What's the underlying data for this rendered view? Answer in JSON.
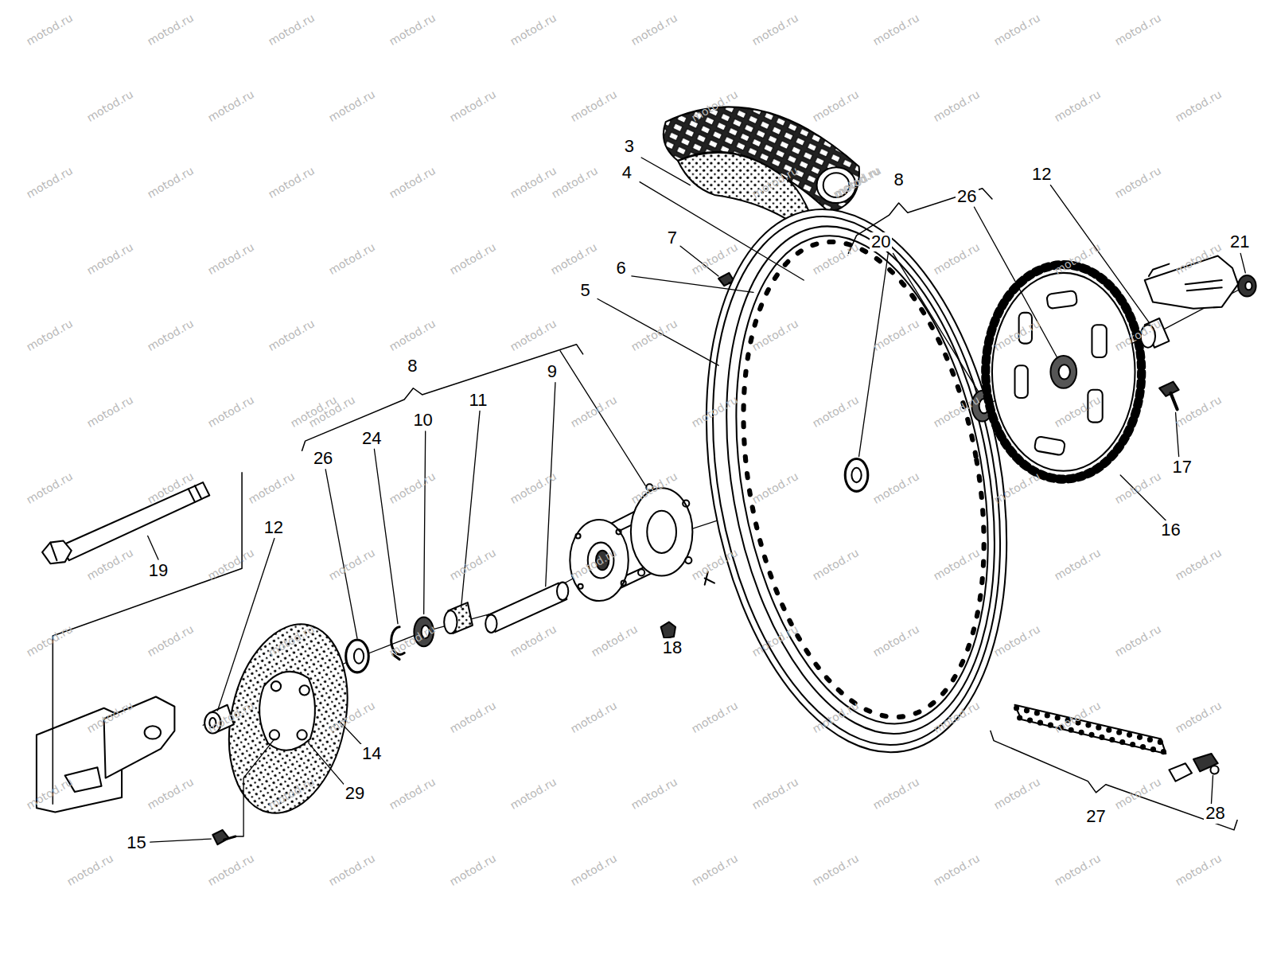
{
  "diagram": {
    "labels": [
      "3",
      "4",
      "12",
      "8",
      "26",
      "7",
      "20",
      "21",
      "6",
      "5",
      "8",
      "9",
      "11",
      "10",
      "24",
      "26",
      "17",
      "12",
      "16",
      "19",
      "18",
      "14",
      "29",
      "28",
      "27",
      "15",
      "motod.ru",
      "motod.ru",
      "motod.ru",
      "motod.ru",
      "motod.ru",
      "motod.ru",
      "motod.ru",
      "motod.ru",
      "motod.ru",
      "motod.ru",
      "motod.ru",
      "motod.ru",
      "motod.ru",
      "motod.ru",
      "motod.ru",
      "motod.ru",
      "motod.ru",
      "motod.ru",
      "motod.ru",
      "motod.ru",
      "motod.ru",
      "motod.ru",
      "motod.ru",
      "motod.ru",
      "motod.ru",
      "motod.ru",
      "motod.ru",
      "motod.ru",
      "motod.ru",
      "motod.ru",
      "motod.ru",
      "motod.ru",
      "motod.ru",
      "motod.ru",
      "motod.ru",
      "motod.ru",
      "motod.ru",
      "motod.ru",
      "motod.ru",
      "motod.ru",
      "motod.ru",
      "motod.ru",
      "motod.ru",
      "motod.ru",
      "motod.ru",
      "motod.ru",
      "motod.ru",
      "motod.ru",
      "motod.ru",
      "motod.ru",
      "motod.ru",
      "motod.ru",
      "motod.ru",
      "motod.ru",
      "motod.ru",
      "motod.ru",
      "motod.ru",
      "motod.ru",
      "motod.ru",
      "motod.ru",
      "motod.ru",
      "motod.ru",
      "motod.ru",
      "motod.ru",
      "motod.ru",
      "motod.ru",
      "motod.ru",
      "motod.ru",
      "motod.ru",
      "motod.ru",
      "motod.ru",
      "motod.ru",
      "motod.ru",
      "motod.ru",
      "motod.ru",
      "motod.ru",
      "motod.ru",
      "motod.ru",
      "motod.ru",
      "motod.ru",
      "motod.ru",
      "motod.ru",
      "motod.ru",
      "motod.ru",
      "motod.ru",
      "motod.ru",
      "motod.ru",
      "motod.ru",
      "motod.ru",
      "motod.ru",
      "motod.ru",
      "motod.ru",
      "motod.ru",
      "motod.ru",
      "motod.ru",
      "motod.ru",
      "motod.ru",
      "motod.ru",
      "motod.ru",
      "motod.ru",
      "motod.ru",
      "motod.ru",
      "motod.ru",
      "motod.ru",
      "motod.ru",
      "motod.ru",
      "motod.ru",
      "motod.ru",
      "motod.ru",
      "motod.ru",
      "motod.ru",
      "motod.ru",
      "motod.ru",
      "motod.ru",
      "motod.ru",
      "motod.ru",
      "motod.ru",
      "motod.ru",
      "motod.ru",
      "motod.ru"
    ]
  }
}
